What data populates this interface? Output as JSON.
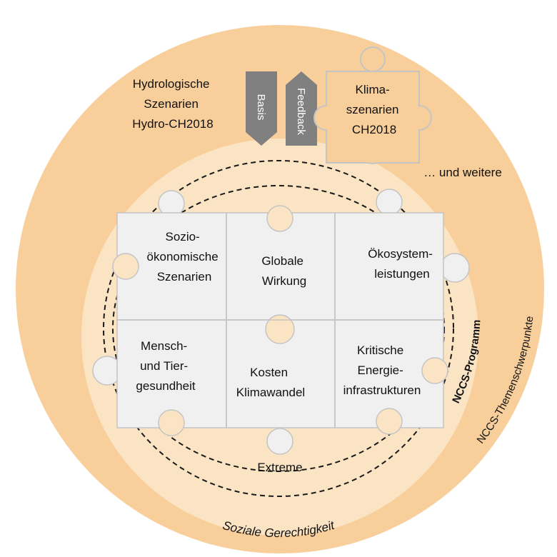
{
  "colors": {
    "outer_ring": "#f8cf9b",
    "inner_circle": "#fbe4c4",
    "puzzle_fill": "#f0f0f0",
    "puzzle_stroke": "#c4c4c4",
    "arrow_fill": "#808080",
    "dashed_line": "#1a1a1a",
    "ring_label_color": "#ffffff"
  },
  "top": {
    "hydro_lines": [
      "Hydrologische",
      "Szenarien",
      "Hydro-CH2018"
    ],
    "basis_arrow": "Basis",
    "feedback_arrow": "Feedback",
    "klima_lines": [
      "Klima-",
      "szenarien",
      "CH2018"
    ],
    "more_label": "… und weitere"
  },
  "ring_labels": {
    "outer": "NCCS-Themenschwerpunkte",
    "inner": "NCCS-Programm"
  },
  "pieces": [
    {
      "id": "sozio",
      "lines": [
        "Sozio-",
        "ökonomische",
        "Szenarien"
      ]
    },
    {
      "id": "globale",
      "lines": [
        "Globale",
        "Wirkung"
      ]
    },
    {
      "id": "oekosystem",
      "lines": [
        "Ökosystem-",
        "leistungen"
      ]
    },
    {
      "id": "mensch",
      "lines": [
        "Mensch-",
        "und Tier-",
        "gesundheit"
      ]
    },
    {
      "id": "kosten",
      "lines": [
        "Kosten",
        "Klimawandel"
      ]
    },
    {
      "id": "kritische",
      "lines": [
        "Kritische",
        "Energie-",
        "infrastrukturen"
      ]
    }
  ],
  "cross_cutting": {
    "extreme": "Extreme",
    "soziale": "Soziale Gerechtigkeit"
  }
}
